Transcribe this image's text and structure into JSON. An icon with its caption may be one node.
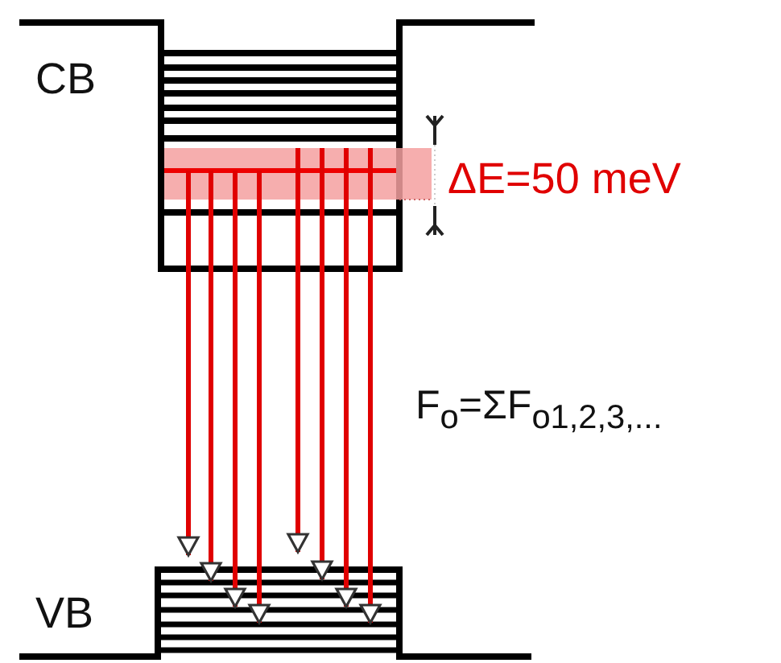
{
  "diagram": {
    "nodes": [
      {
        "text": [
          "CB"
        ]
      },
      {
        "text": [
          "VB"
        ]
      }
    ],
    "edges": [
      {
        "from": 0,
        "to": 1,
        "arrow": "to"
      },
      {
        "from": 0,
        "to": 1,
        "arrow": "to"
      },
      {
        "from": 0,
        "to": 1,
        "arrow": "to"
      },
      {
        "from": 0,
        "to": 1,
        "arrow": "to"
      },
      {
        "from": 0,
        "to": 1,
        "arrow": "to"
      },
      {
        "from": 0,
        "to": 1,
        "arrow": "to"
      },
      {
        "from": 0,
        "to": 1,
        "arrow": "to"
      },
      {
        "from": 0,
        "to": 1,
        "arrow": "to"
      }
    ],
    "labels": [
      "ΔE=50 meV",
      "F$_{o}$=ΣF$_{o1,2,3,...}$"
    ]
  }
}
